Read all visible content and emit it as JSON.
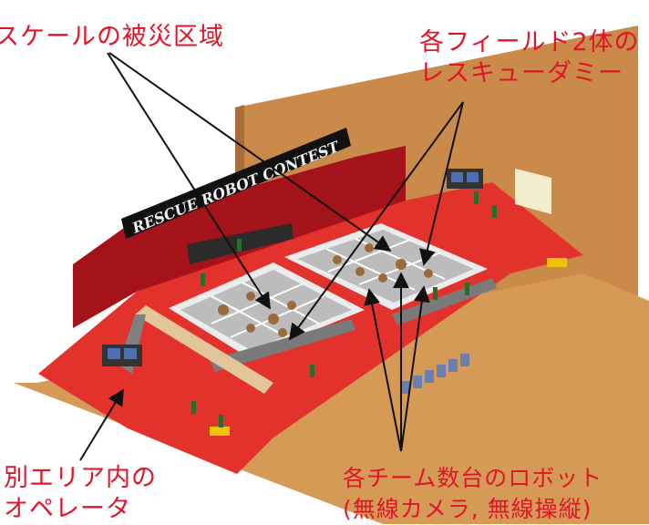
{
  "banner": {
    "text": "RESCUE ROBOT CONTEST"
  },
  "labels": {
    "disaster_area": "スケールの被災区域",
    "dummies_line1": "各フィールド2体の",
    "dummies_line2": "レスキューダミー",
    "operator_line1": "別エリア内の",
    "operator_line2": "オペレータ",
    "robots_line1": "各チーム数台のロボット",
    "robots_line2": "(無線カメラ, 無線操縦)"
  },
  "colors": {
    "label_red": "#e0152a",
    "wall_tan": "#c98a4a",
    "floor_red": "#e3312b",
    "field_gray": "#bcbcbc",
    "arrow": "#111111"
  }
}
